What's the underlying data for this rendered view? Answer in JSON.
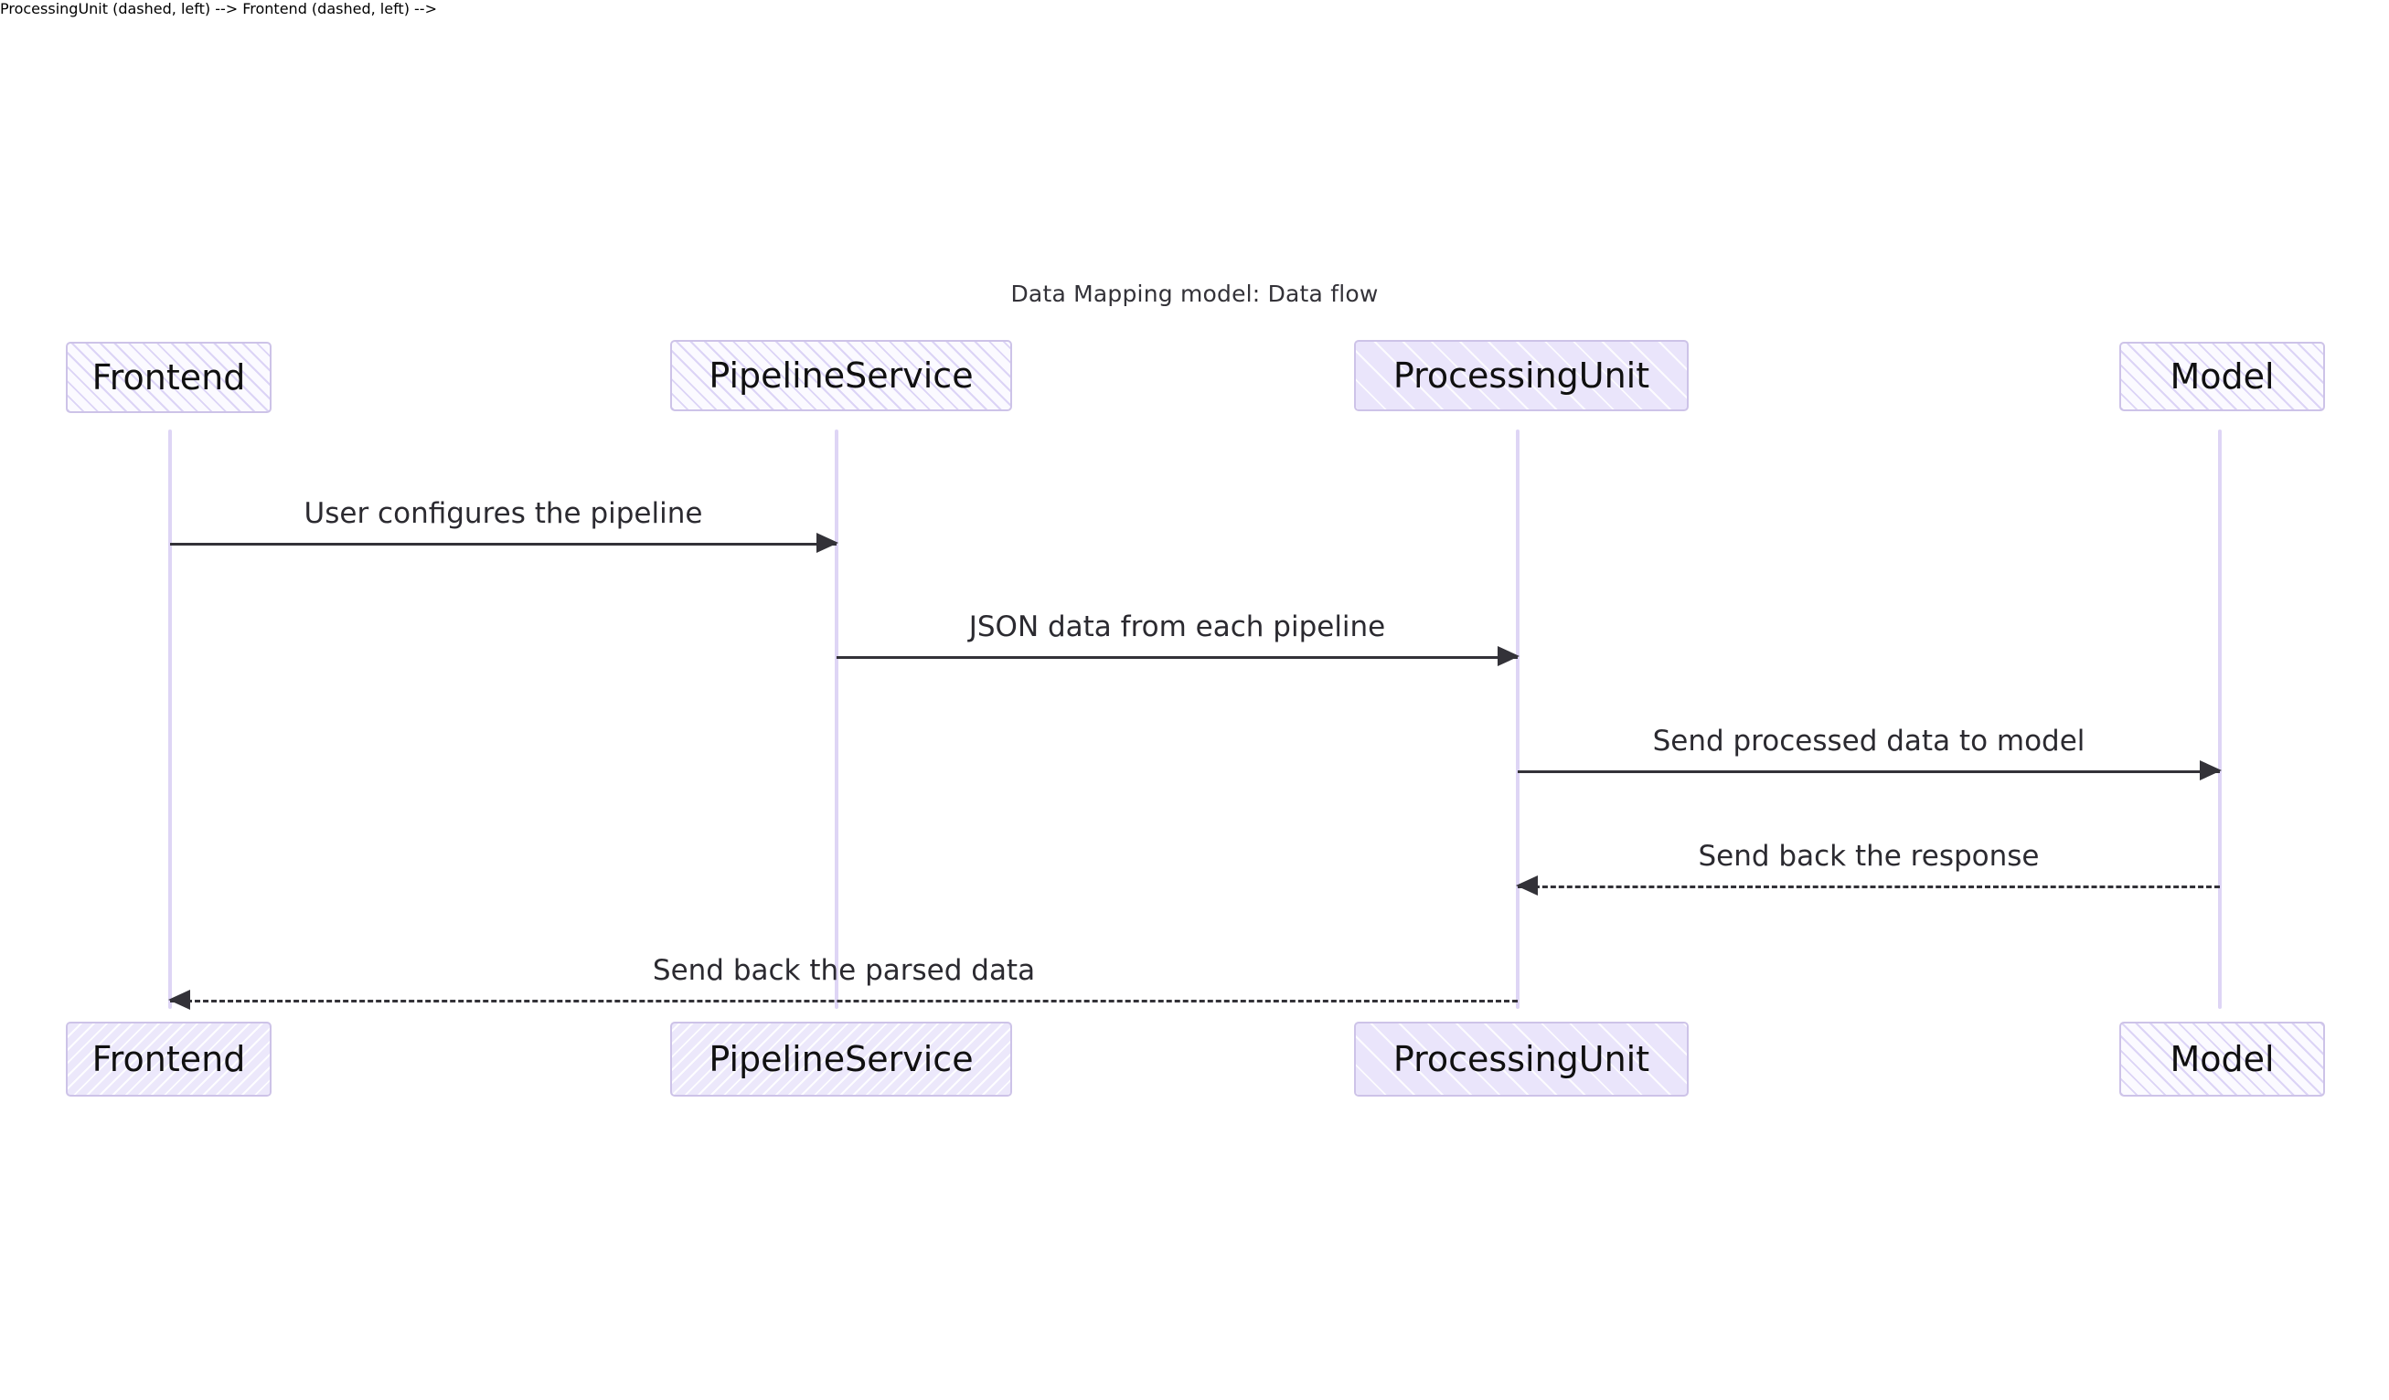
{
  "diagram": {
    "type": "sequence-diagram",
    "title": "Data Mapping model: Data flow",
    "colors": {
      "box_fill": "#f0edfc",
      "box_border": "#cdc3e8",
      "lifeline": "#ded5f5",
      "line": "#333238",
      "text": "#101010",
      "background": "#ffffff"
    },
    "participants": [
      {
        "id": "frontend",
        "label": "Frontend"
      },
      {
        "id": "pipelineservice",
        "label": "PipelineService"
      },
      {
        "id": "processingunit",
        "label": "ProcessingUnit"
      },
      {
        "id": "model",
        "label": "Model"
      }
    ],
    "messages": [
      {
        "index": 1,
        "label": "User configures the pipeline",
        "from": "Frontend",
        "to": "PipelineService",
        "direction": "right",
        "style": "solid"
      },
      {
        "index": 2,
        "label": "JSON data from each pipeline",
        "from": "PipelineService",
        "to": "ProcessingUnit",
        "direction": "right",
        "style": "solid"
      },
      {
        "index": 3,
        "label": "Send processed data to model",
        "from": "ProcessingUnit",
        "to": "Model",
        "direction": "right",
        "style": "solid"
      },
      {
        "index": 4,
        "label": "Send back the response",
        "from": "Model",
        "to": "ProcessingUnit",
        "direction": "left",
        "style": "dashed"
      },
      {
        "index": 5,
        "label": "Send back the parsed data",
        "from": "ProcessingUnit",
        "to": "Frontend",
        "direction": "left",
        "style": "dashed"
      }
    ]
  }
}
